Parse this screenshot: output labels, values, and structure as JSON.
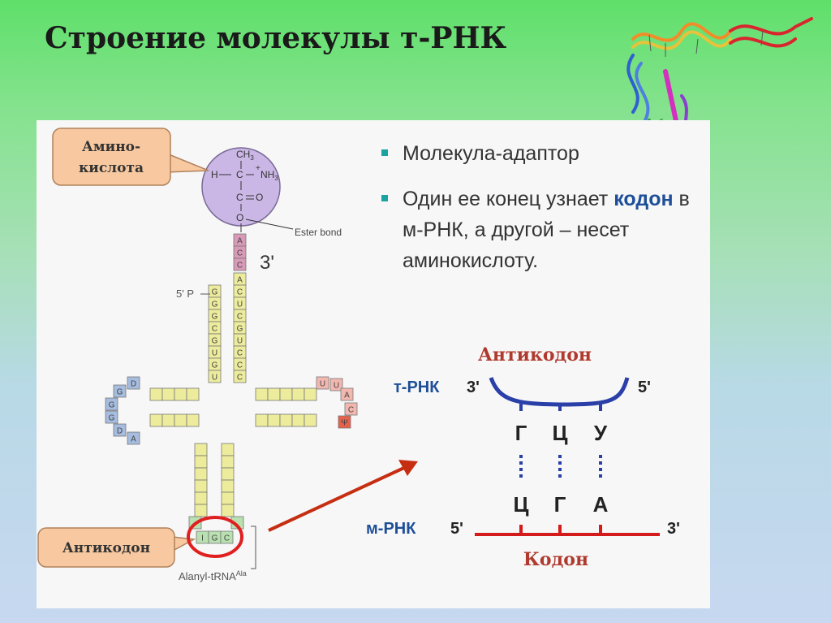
{
  "title": "Строение молекулы т-РНК",
  "bullets": [
    {
      "text": "Молекула-адаптор"
    },
    {
      "pre": "Один ее конец узнает ",
      "highlight": "кодон",
      "post": " в м-РНК, а другой – несет аминокислоту."
    }
  ],
  "diagram": {
    "callout_amino_line1": "Амино-",
    "callout_amino_line2": "кислота",
    "callout_anticodon": "Антикодон",
    "amino_ch3": "CH",
    "amino_ch3_sub": "3",
    "amino_h": "H",
    "amino_c": "C",
    "amino_nh3": "NH",
    "amino_nh3_sub": "3",
    "amino_plus": "+",
    "amino_o_double": "O",
    "amino_o": "O",
    "ester_bond": "Ester bond",
    "three_prime": "3'",
    "five_prime_p": "5' P",
    "alanyl_trna": "Alanyl-tRNA",
    "alanyl_trna_sup": "Ala",
    "acc_end": [
      "A",
      "C",
      "C"
    ],
    "acceptor_5": [
      "G",
      "G",
      "G",
      "C",
      "G",
      "U",
      "G",
      "U"
    ],
    "acceptor_3": [
      "A",
      "C",
      "U",
      "C",
      "G",
      "U",
      "C",
      "C",
      "C"
    ],
    "d_loop": [
      "D",
      "G",
      "G",
      "G",
      "D",
      "A"
    ],
    "t_loop": [
      "U",
      "U",
      "A",
      "C",
      "Ψ"
    ],
    "anticodon": [
      "I",
      "G",
      "C"
    ],
    "colors": {
      "strand_yellow": "#ecec9c",
      "loop_blue": "#a6bde0",
      "loop_pink": "#f2b8b0",
      "loop_green": "#b8e0b0",
      "amino_circle": "#cbb7e6",
      "acc_pink": "#d99ab8",
      "highlight_red": "#e02020",
      "arrow_red": "#c62e12"
    }
  },
  "pairing": {
    "title_anticodon": "Антикодон",
    "title_codon": "Кодон",
    "trna_label": "т-РНК",
    "mrna_label": "м-РНК",
    "trna_3": "3'",
    "trna_5": "5'",
    "mrna_5": "5'",
    "mrna_3": "3'",
    "anticodon_letters": [
      "Г",
      "Ц",
      "У"
    ],
    "codon_letters": [
      "Ц",
      "Г",
      "А"
    ],
    "colors": {
      "trna": "#2a3fa8",
      "mrna": "#d41b1b",
      "title": "#b03a2e",
      "label": "#1e4f98"
    }
  }
}
